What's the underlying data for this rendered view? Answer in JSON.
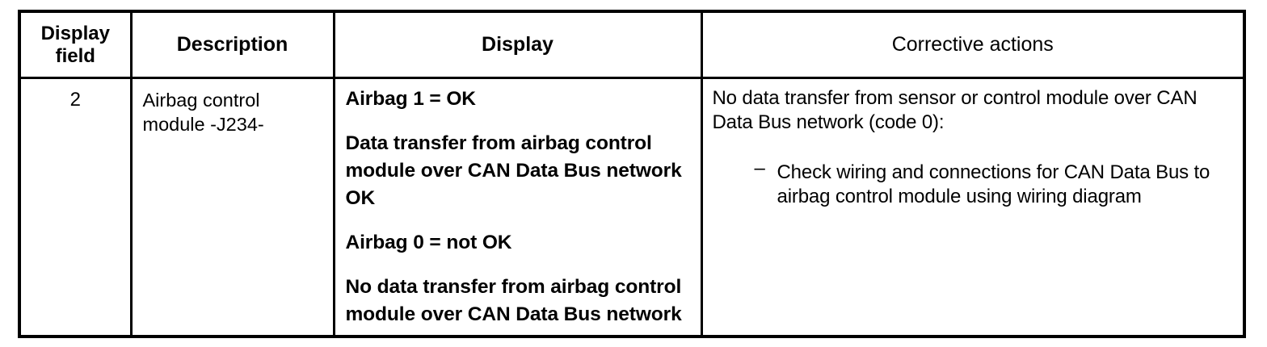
{
  "table": {
    "headers": [
      {
        "line1": "Display",
        "line2": "field",
        "bold": true
      },
      {
        "line1": "Description",
        "line2": "",
        "bold": true
      },
      {
        "line1": "Display",
        "line2": "",
        "bold": true
      },
      {
        "line1": "Corrective actions",
        "line2": "",
        "bold": false
      }
    ],
    "rows": [
      {
        "display_field": "2",
        "description_lines": [
          "Airbag control",
          "module -J234-"
        ],
        "display_paragraphs": [
          "Airbag 1 = OK",
          "Data transfer from airbag control module over CAN Data Bus network OK",
          "Airbag 0 = not OK",
          "No data transfer from airbag control module over CAN Data Bus network"
        ],
        "corrective_actions": {
          "lead_text": "No data transfer from sensor or control module over CAN Data Bus network (code 0):",
          "bullets": [
            {
              "marker": "–",
              "text": "Check wiring and connections for CAN Data Bus to airbag control module using wiring diagram"
            }
          ]
        }
      }
    ]
  },
  "colors": {
    "border": "#000000",
    "text": "#000000",
    "background": "#ffffff"
  }
}
